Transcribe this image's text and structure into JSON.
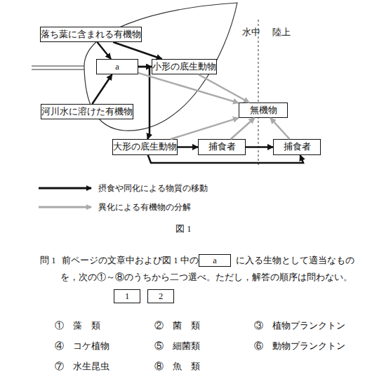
{
  "diagram": {
    "caption": "図 1",
    "nodes": [
      {
        "text": [
          "落ち葉に含まれる有機物"
        ]
      },
      {
        "text": [
          "a"
        ]
      },
      {
        "text": [
          "小形の底生動物"
        ]
      },
      {
        "text": [
          "河川水に溶けた有機物"
        ]
      },
      {
        "text": [
          "無機物"
        ]
      },
      {
        "text": [
          "大形の底生動物"
        ]
      },
      {
        "text": [
          "捕食者"
        ]
      },
      {
        "text": [
          "捕食者"
        ]
      },
      {
        "text": [
          "a"
        ]
      },
      {
        "text": [
          "1"
        ]
      },
      {
        "text": [
          "2"
        ]
      }
    ],
    "edges": [
      {
        "from": 0,
        "to": 1,
        "arrow": "to"
      },
      {
        "from": 0,
        "to": 2,
        "arrow": "to"
      },
      {
        "from": 1,
        "to": 2,
        "arrow": "to"
      },
      {
        "from": 3,
        "to": 1,
        "arrow": "to"
      },
      {
        "from": 1,
        "to": 5,
        "arrow": "to"
      },
      {
        "from": 5,
        "to": 6,
        "arrow": "to"
      },
      {
        "from": 6,
        "to": 7,
        "arrow": "to"
      },
      {
        "from": 5,
        "to": 7,
        "arrow": "to"
      },
      {
        "from": 1,
        "to": 4,
        "arrow": "to"
      },
      {
        "from": 2,
        "to": 4,
        "arrow": "to"
      },
      {
        "from": 5,
        "to": 4,
        "arrow": "to"
      },
      {
        "from": 6,
        "to": 4,
        "arrow": "to"
      },
      {
        "from": 7,
        "to": 4,
        "arrow": "to"
      }
    ],
    "labels": [
      "水中",
      "陸上",
      "問 1",
      "前ページの文章中および図 1 中の",
      "に入る生物として適当なもの",
      "を，次の①～⑧のうちから二つ選べ。ただし，解答の順序は問わない。",
      "①　藻　類",
      "②　菌　類",
      "③　植物プランクトン",
      "④　コケ植物",
      "⑤　細菌類",
      "⑥　動物プランクトン",
      "⑦　水生昆虫",
      "⑧　魚　類"
    ],
    "legend": [
      {
        "text": "摂食や同化による物質の移動"
      },
      {
        "text": "異化による有機物の分解"
      }
    ]
  }
}
